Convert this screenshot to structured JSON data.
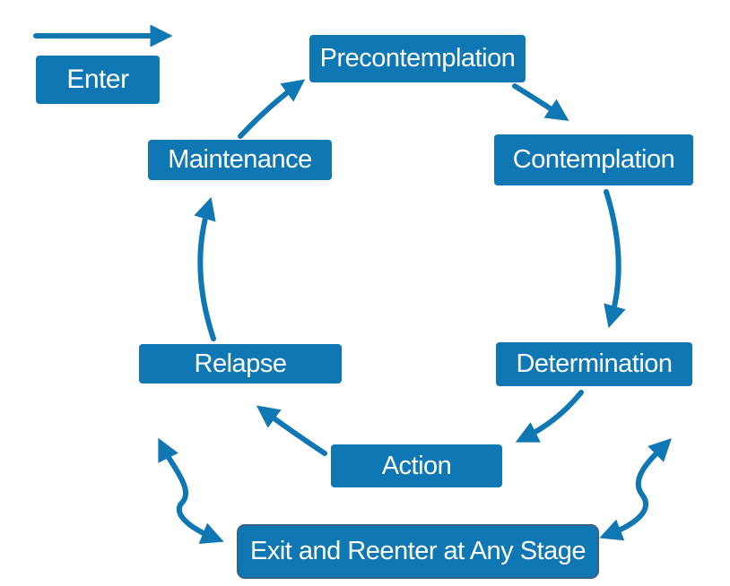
{
  "colors": {
    "stage_fill": "#0f77b3",
    "arrow": "#0f77b3",
    "exit_border": "#3c5f86"
  },
  "stages": {
    "enter": "Enter",
    "precontemplation": "Precontemplation",
    "contemplation": "Contemplation",
    "determination": "Determination",
    "action": "Action",
    "relapse": "Relapse",
    "maintenance": "Maintenance",
    "exit": "Exit and Reenter at Any Stage"
  }
}
